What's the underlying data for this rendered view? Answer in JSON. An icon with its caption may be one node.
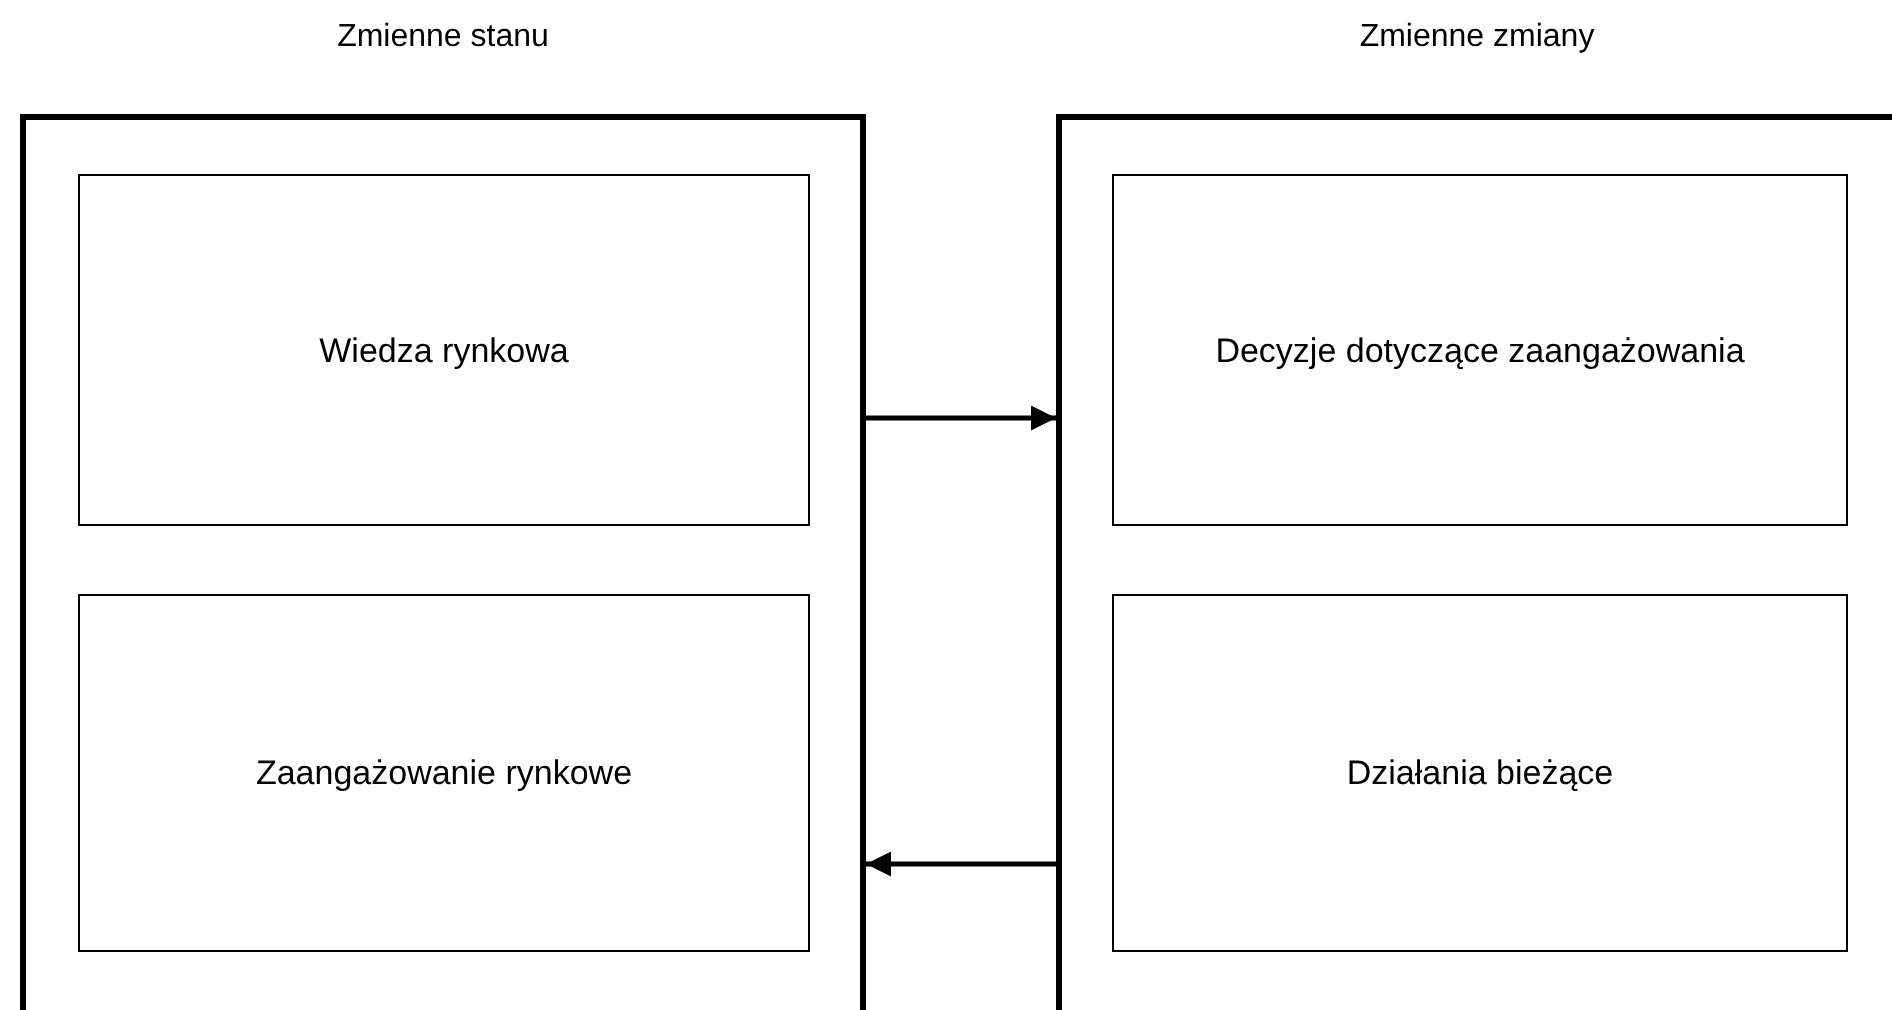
{
  "diagram": {
    "nodes": [
      {
        "text": [
          "Zmienne stanu"
        ]
      },
      {
        "text": [
          "Wiedza rynkowa"
        ],
        "in": 0
      },
      {
        "text": [
          "Zaangażowanie rynkowe"
        ],
        "in": 0
      },
      {
        "text": [
          "Zmienne zmiany"
        ]
      },
      {
        "text": [
          "Decyzje dotyczące zaangażowania"
        ],
        "in": 3
      },
      {
        "text": [
          "Działania bieżące"
        ],
        "in": 3
      }
    ],
    "edges": [
      {
        "from": 0,
        "to": 3,
        "arrow": "to"
      },
      {
        "from": 3,
        "to": 0,
        "arrow": "to"
      }
    ]
  }
}
